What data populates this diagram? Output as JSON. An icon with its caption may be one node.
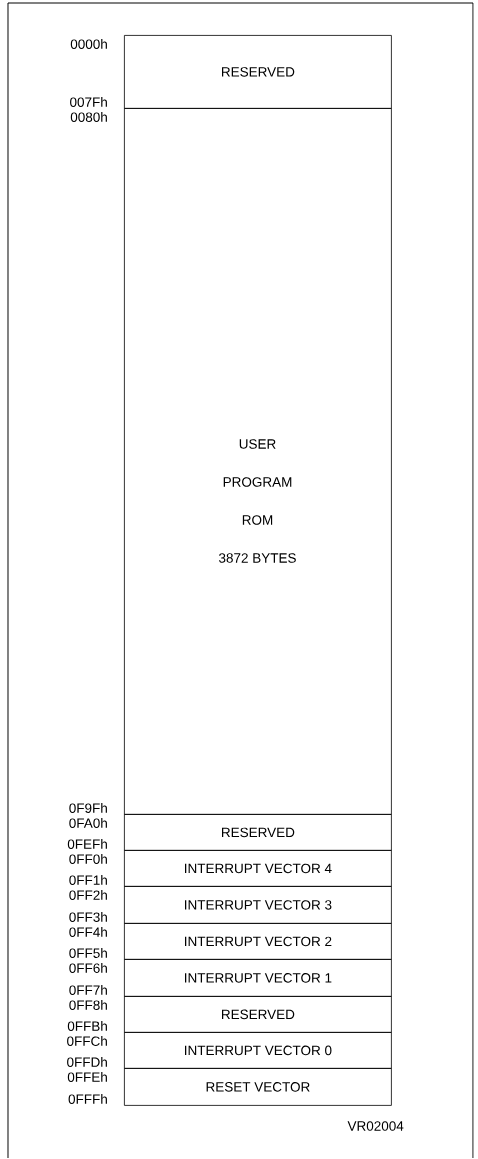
{
  "diagram": {
    "nodes": [
      {
        "text": [
          "RESERVED"
        ],
        "beside": [
          "0000h",
          "007Fh"
        ]
      },
      {
        "text": [
          "USER",
          "PROGRAM",
          "ROM",
          "3872 BYTES"
        ],
        "beside": [
          "0080h",
          "0F9Fh"
        ]
      },
      {
        "text": [
          "RESERVED"
        ],
        "beside": [
          "0FA0h",
          "0FEFh"
        ]
      },
      {
        "text": [
          "INTERRUPT VECTOR 4"
        ],
        "beside": [
          "0FF0h",
          "0FF1h"
        ]
      },
      {
        "text": [
          "INTERRUPT VECTOR 3"
        ],
        "beside": [
          "0FF2h",
          "0FF3h"
        ]
      },
      {
        "text": [
          "INTERRUPT VECTOR 2"
        ],
        "beside": [
          "0FF4h",
          "0FF5h"
        ]
      },
      {
        "text": [
          "INTERRUPT VECTOR 1"
        ],
        "beside": [
          "0FF6h",
          "0FF7h"
        ]
      },
      {
        "text": [
          "RESERVED"
        ],
        "beside": [
          "0FF8h",
          "0FFBh"
        ]
      },
      {
        "text": [
          "INTERRUPT VECTOR 0"
        ],
        "beside": [
          "0FFCh",
          "0FFDh"
        ]
      },
      {
        "text": [
          "RESET VECTOR"
        ],
        "beside": [
          "0FFEh",
          "0FFFh"
        ]
      }
    ],
    "labels": [
      "VR02004"
    ]
  }
}
